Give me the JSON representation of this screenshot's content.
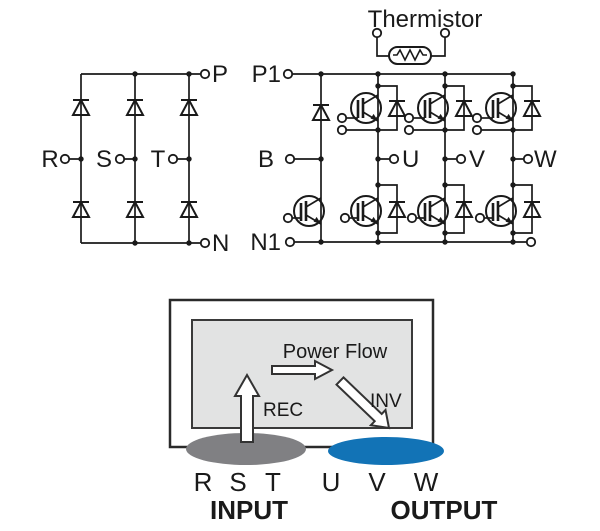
{
  "circuit": {
    "thermistor_label": "Thermistor",
    "terminals": {
      "p": "P",
      "p1": "P1",
      "n": "N",
      "n1": "N1",
      "r": "R",
      "s": "S",
      "t": "T",
      "b": "B",
      "u": "U",
      "v": "V",
      "w": "W"
    }
  },
  "block_diagram": {
    "power_flow_label": "Power Flow",
    "rec_label": "REC",
    "inv_label": "INV",
    "input_phases": [
      "R",
      "S",
      "T"
    ],
    "output_phases": [
      "U",
      "V",
      "W"
    ],
    "input_label": "INPUT",
    "output_label": "OUTPUT",
    "colors": {
      "input_gray": "#808083",
      "output_blue": "#1273b6",
      "panel_gray": "#e2e3e3",
      "line_black": "#1a1a1a"
    },
    "icons": {
      "rec_arrow": "up-block-arrow",
      "power_flow_arrow": "right-block-arrow",
      "inv_arrow": "down-right-block-arrow"
    }
  }
}
